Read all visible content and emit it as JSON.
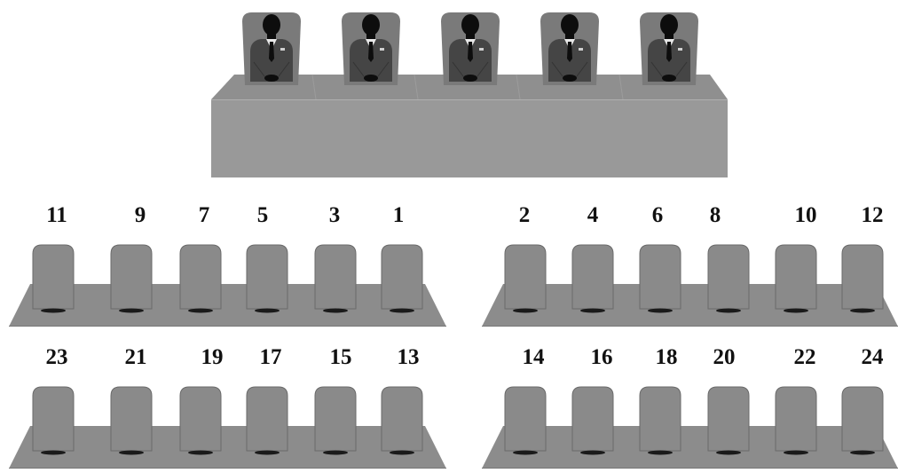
{
  "colors": {
    "panel_top": "#8f8f8f",
    "panel_front": "#999999",
    "judge_chair": "#7a7a7a",
    "judge_suit": "#454545",
    "judge_head": "#0d0d0d",
    "seat": "#8a8a8a",
    "seat_stroke": "#6a6a6a",
    "row_base": "#8c8c8c",
    "label": "#111111"
  },
  "bench": {
    "judge_count": 5,
    "judge_icon": "seated-person-icon"
  },
  "audience": {
    "front_row_left": [
      "11",
      "9",
      "7",
      "5",
      "3",
      "1"
    ],
    "front_row_right": [
      "2",
      "4",
      "6",
      "8",
      "10",
      "12"
    ],
    "back_row_left": [
      "23",
      "21",
      "19",
      "17",
      "15",
      "13"
    ],
    "back_row_right": [
      "14",
      "16",
      "18",
      "20",
      "22",
      "24"
    ],
    "seat_icon": "chair-icon"
  }
}
